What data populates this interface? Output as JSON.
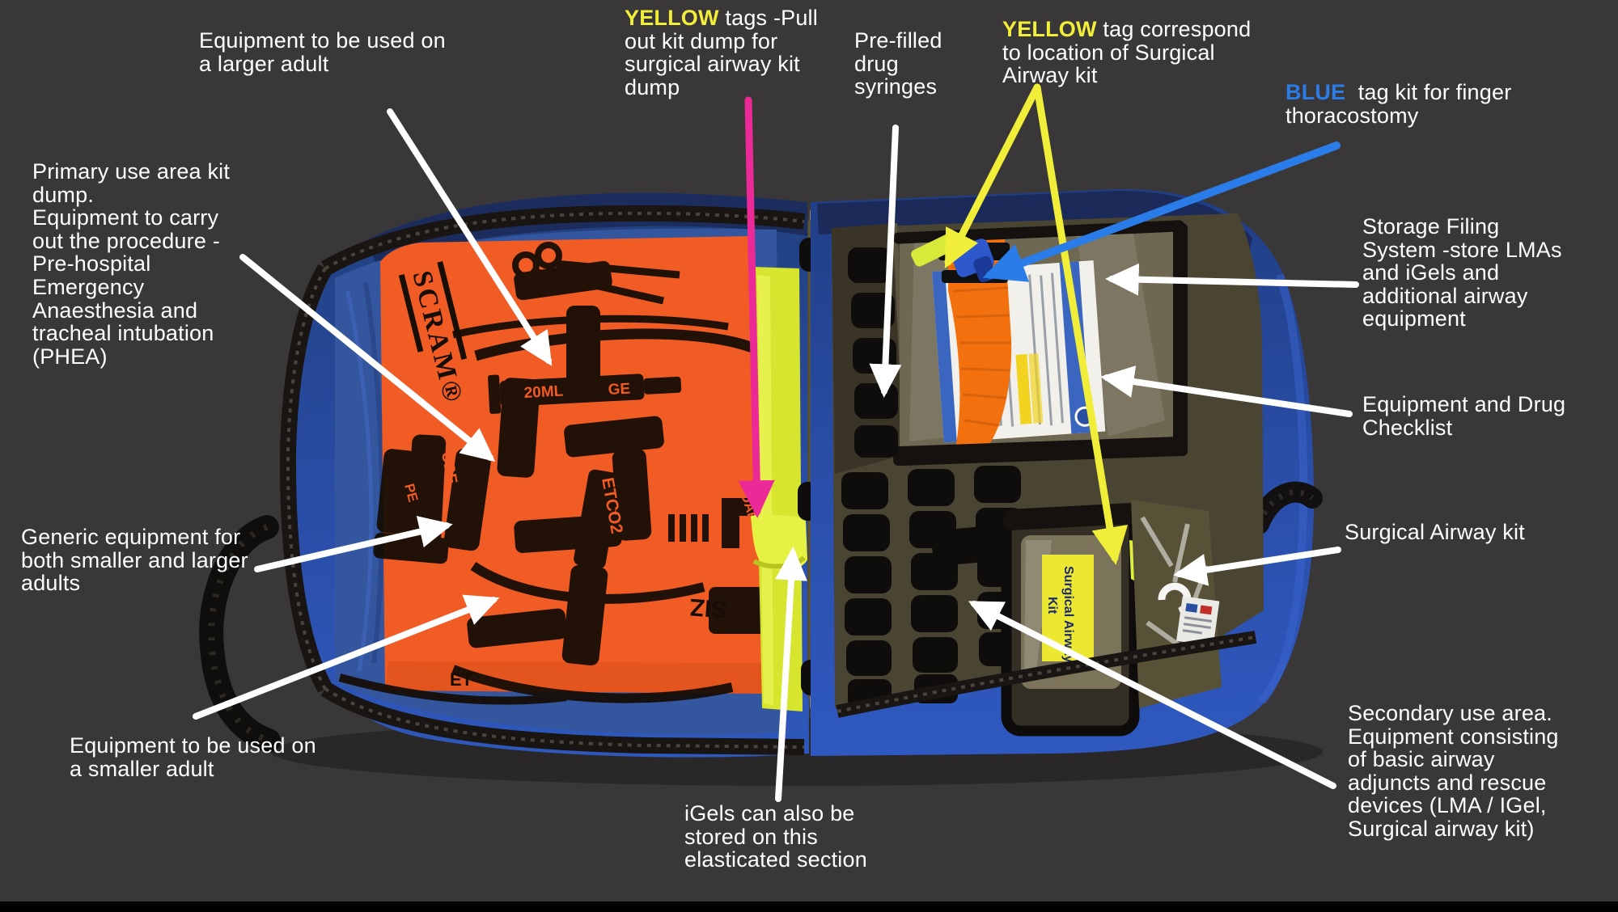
{
  "page": {
    "background": "#3a3738"
  },
  "labels": {
    "larger_adult": "Equipment to be used on\na larger adult",
    "primary_use": "Primary use area kit\ndump.\nEquipment to carry\nout the procedure -\nPre-hospital\nEmergency\nAnaesthesia and\ntracheal intubation\n(PHEA)",
    "generic_equipment": "Generic equipment for\nboth smaller and larger\nadults",
    "smaller_adult": "Equipment to be used on\na smaller adult",
    "yellow_tags_highlight": "YELLOW",
    "yellow_tags_rest": " tags -Pull\nout kit dump for\nsurgical airway kit\ndump",
    "prefilled_syringes": "Pre-filled\ndrug\nsyringes",
    "yellow_correspond_highlight": "YELLOW",
    "yellow_correspond_rest": " tag correspond\nto location of Surgical\nAirway kit",
    "blue_tag_highlight": "BLUE",
    "blue_tag_rest": "  tag kit for finger\nthoracostomy",
    "storage_filing": "Storage Filing\nSystem -store LMAs\nand iGels and\nadditional airway\nequipment",
    "equipment_checklist": "Equipment and Drug\nChecklist",
    "surgical_airway_kit": "Surgical Airway kit",
    "secondary_use": "Secondary use area.\nEquipment consisting\nof basic airway\nadjuncts and rescue\ndevices (LMA / IGel,\nSurgical airway kit)",
    "igels": "iGels can also be\nstored on this\nelasticated section"
  },
  "colors": {
    "highlight_yellow": "#f2ef3a",
    "highlight_blue": "#2a7de8",
    "arrow_white": "#ffffff",
    "arrow_magenta": "#ec2a97",
    "arrow_yellow": "#f0ee38",
    "arrow_blue": "#2a7de8",
    "bag_blue": "#2b51b0",
    "bag_navy": "#1c2c5e",
    "panel_orange": "#f15c24",
    "tab_yellow": "#dde834",
    "interior_olive": "#4a4433",
    "strap_orange": "#f2700e"
  },
  "photo": {
    "scram_logo": "SCRAM®",
    "pouch_label_line1": "Surgical Airway",
    "pouch_label_line2": "Kit",
    "panel_prints": {
      "syringe_text": "20ML",
      "syringe_text2": "GE",
      "etco2": "ETCO2",
      "adaptor": "ADAPTOR",
      "tube": "UBE",
      "tape": "PE",
      "size": "SIZ",
      "et": "ET"
    }
  }
}
